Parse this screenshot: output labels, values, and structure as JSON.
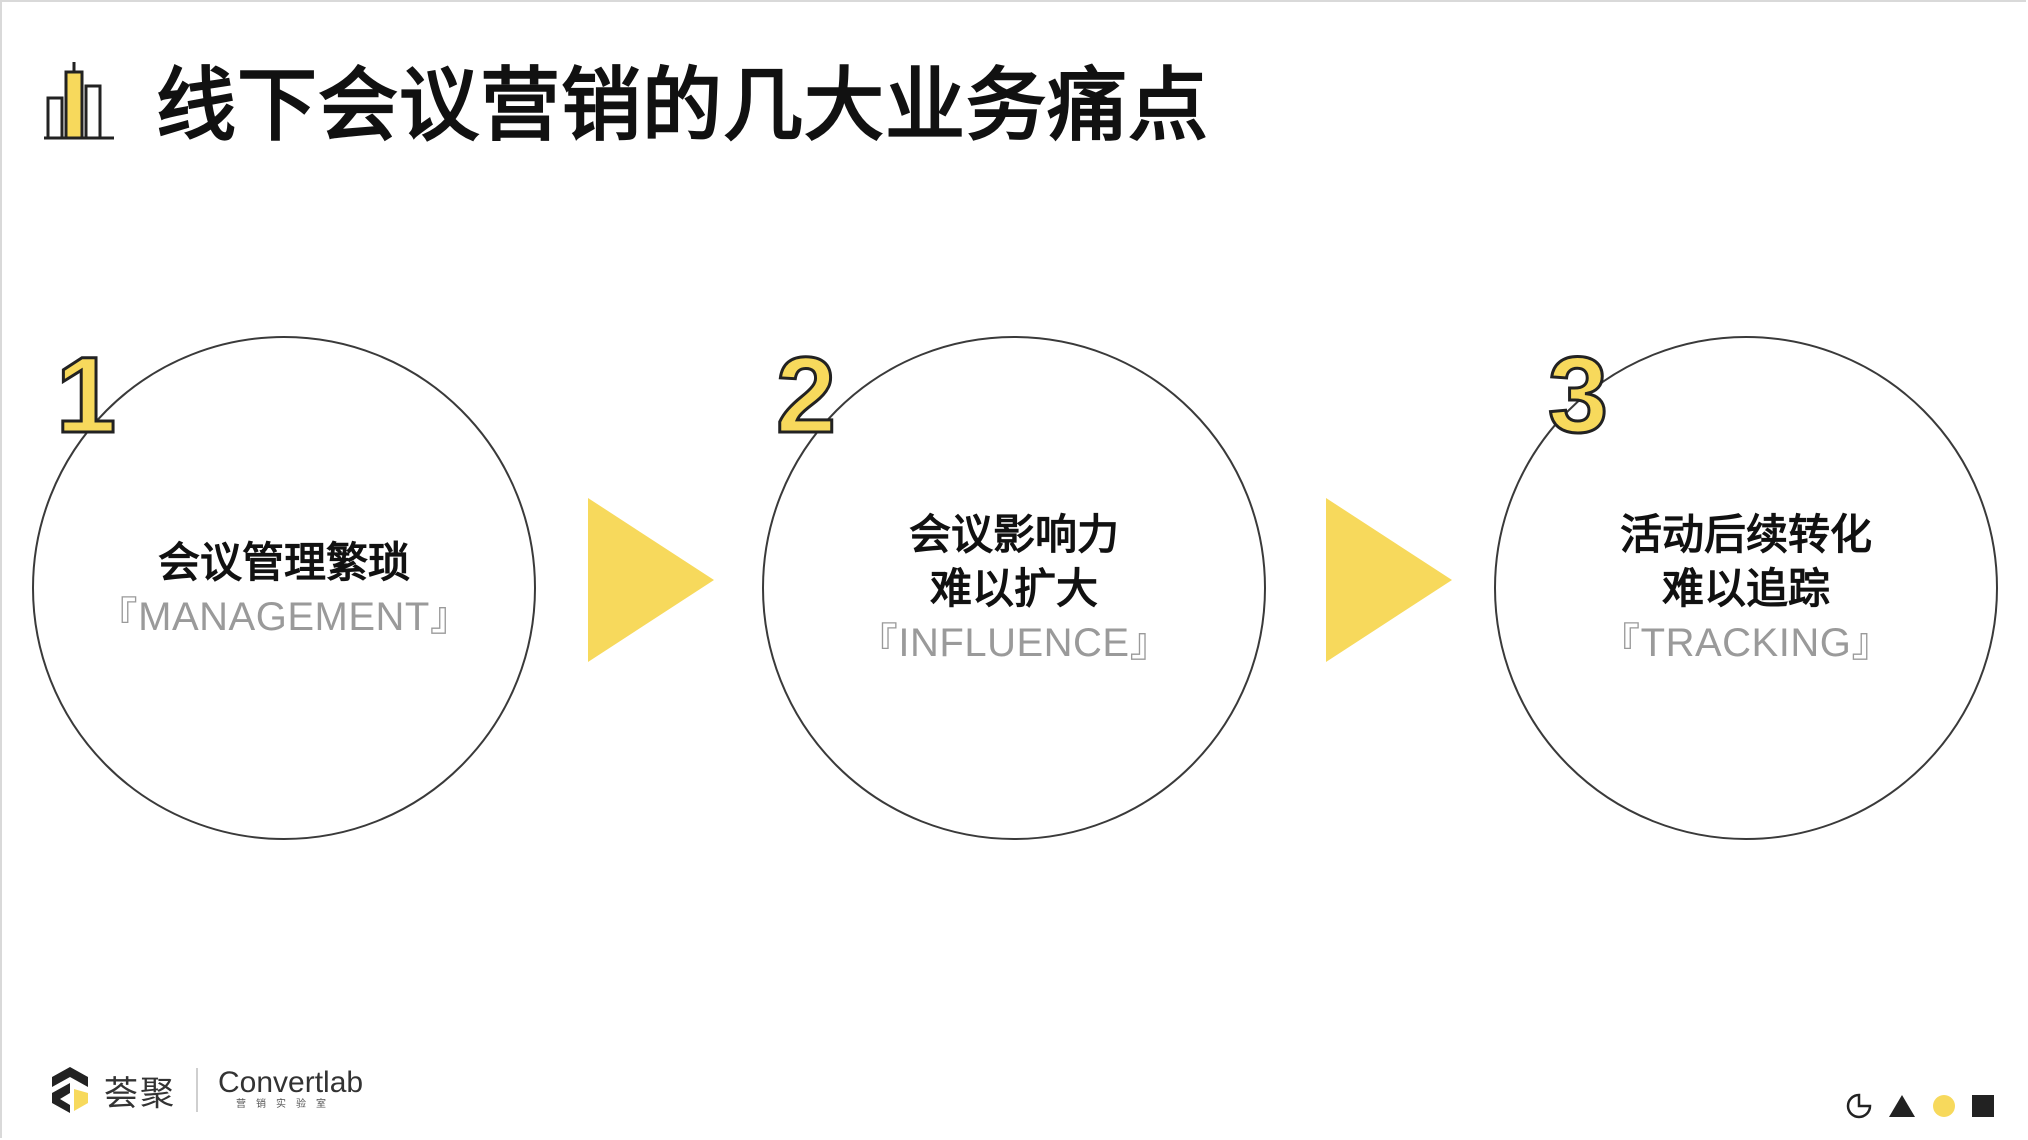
{
  "header": {
    "title": "线下会议营销的几大业务痛点",
    "icon": "bar-chart-icon"
  },
  "steps": [
    {
      "number": "1",
      "title": "会议管理繁琐",
      "subtitle": "『MANAGEMENT』"
    },
    {
      "number": "2",
      "title_line1": "会议影响力",
      "title_line2": "难以扩大",
      "subtitle": "『INFLUENCE』"
    },
    {
      "number": "3",
      "title_line1": "活动后续转化",
      "title_line2": "难以追踪",
      "subtitle": "『TRACKING』"
    }
  ],
  "footer": {
    "brand_cn": "荟聚",
    "brand_en": "Convertlab",
    "brand_en_sub": "营销实验室"
  },
  "colors": {
    "accent": "#F7D95C",
    "text": "#111111",
    "muted": "#9A9A9A",
    "circle_border": "#3A3A3A"
  }
}
